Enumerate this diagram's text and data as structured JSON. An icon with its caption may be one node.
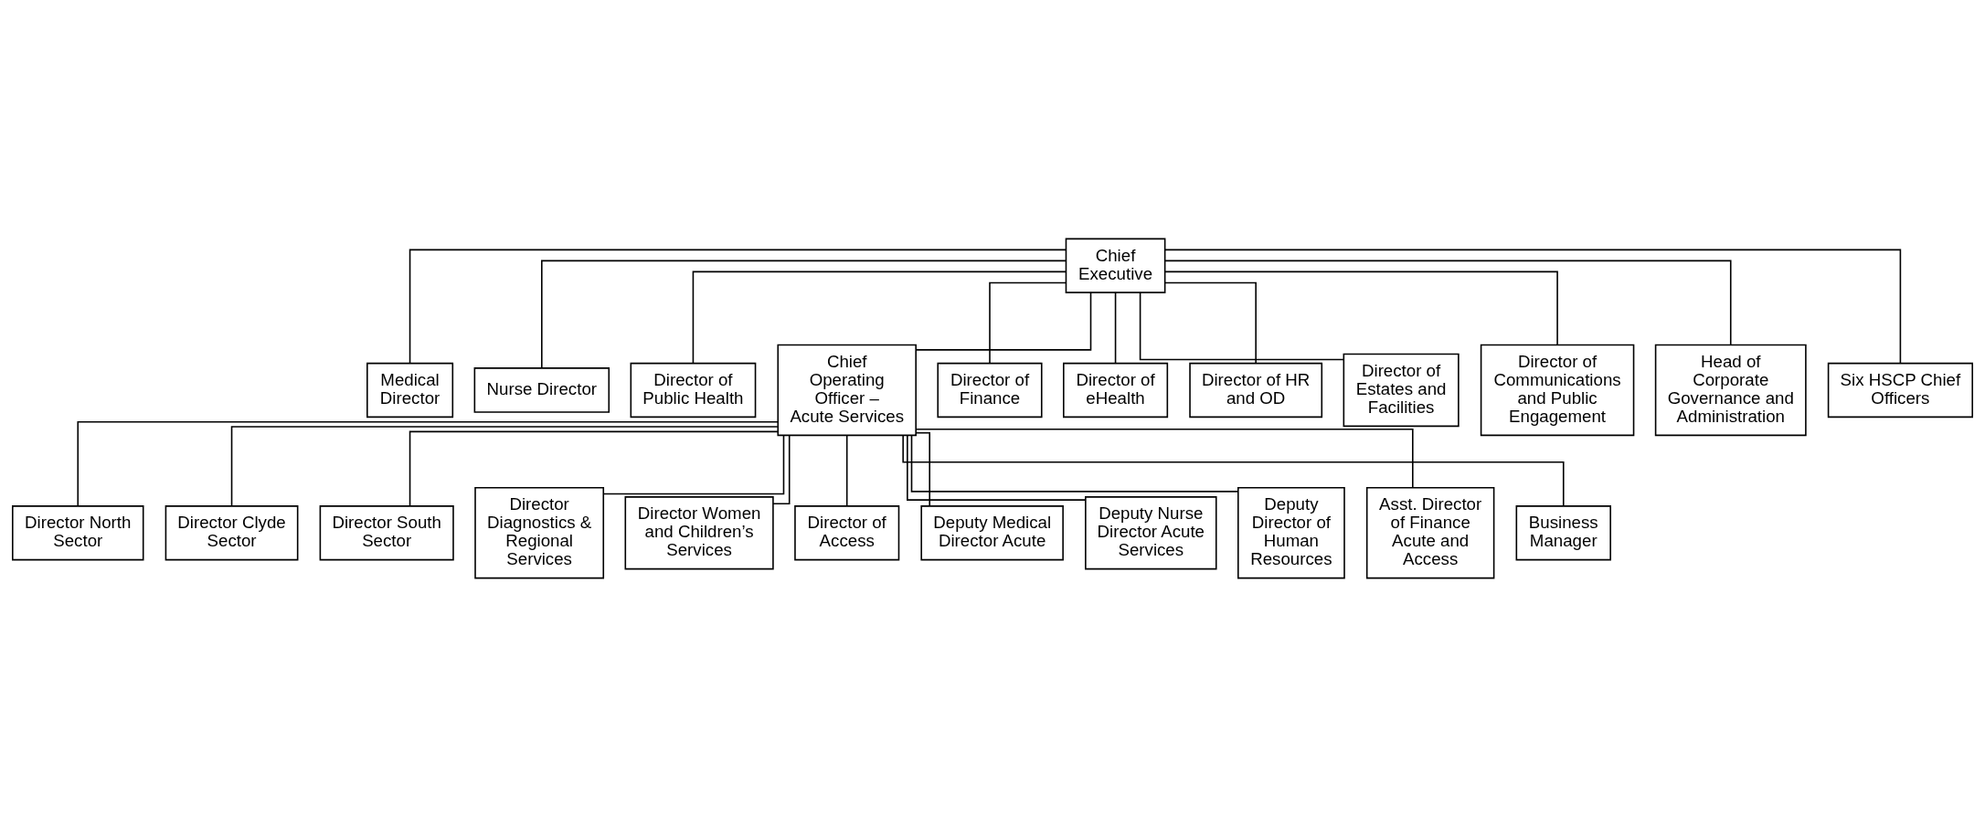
{
  "diagram": {
    "nodes": [
      {
        "text": [
          "Chief Executive"
        ]
      },
      {
        "text": [
          "Medical Director"
        ]
      },
      {
        "text": [
          "Nurse Director"
        ]
      },
      {
        "text": [
          "Director of Public Health"
        ]
      },
      {
        "text": [
          "Chief Operating Officer – Acute Services"
        ]
      },
      {
        "text": [
          "Director of Finance"
        ]
      },
      {
        "text": [
          "Director of eHealth"
        ]
      },
      {
        "text": [
          "Director of HR and OD"
        ]
      },
      {
        "text": [
          "Director of Estates and Facilities"
        ]
      },
      {
        "text": [
          "Director of Communications and Public Engagement"
        ]
      },
      {
        "text": [
          "Head of Corporate Governance and Administration"
        ]
      },
      {
        "text": [
          "Six HSCP Chief Officers"
        ]
      },
      {
        "text": [
          "Director North Sector"
        ]
      },
      {
        "text": [
          "Director Clyde Sector"
        ]
      },
      {
        "text": [
          "Director South Sector"
        ]
      },
      {
        "text": [
          "Director Diagnostics & Regional Services"
        ]
      },
      {
        "text": [
          "Director Women and Children’s Services"
        ]
      },
      {
        "text": [
          "Director of Access"
        ]
      },
      {
        "text": [
          "Deputy Medical Director Acute"
        ]
      },
      {
        "text": [
          "Deputy Nurse Director Acute Services"
        ]
      },
      {
        "text": [
          "Deputy Director of Human Resources"
        ]
      },
      {
        "text": [
          "Asst. Director of Finance Acute and Access"
        ]
      },
      {
        "text": [
          "Business Manager"
        ]
      }
    ],
    "edges": [
      {
        "from": 0,
        "to": 1,
        "arrow": "none"
      },
      {
        "from": 0,
        "to": 2,
        "arrow": "none"
      },
      {
        "from": 0,
        "to": 3,
        "arrow": "none"
      },
      {
        "from": 0,
        "to": 4,
        "arrow": "none"
      },
      {
        "from": 0,
        "to": 5,
        "arrow": "none"
      },
      {
        "from": 0,
        "to": 6,
        "arrow": "none"
      },
      {
        "from": 0,
        "to": 7,
        "arrow": "none"
      },
      {
        "from": 0,
        "to": 8,
        "arrow": "none"
      },
      {
        "from": 0,
        "to": 9,
        "arrow": "none"
      },
      {
        "from": 0,
        "to": 10,
        "arrow": "none"
      },
      {
        "from": 0,
        "to": 11,
        "arrow": "none"
      },
      {
        "from": 4,
        "to": 12,
        "arrow": "none"
      },
      {
        "from": 4,
        "to": 13,
        "arrow": "none"
      },
      {
        "from": 4,
        "to": 14,
        "arrow": "none"
      },
      {
        "from": 4,
        "to": 15,
        "arrow": "none"
      },
      {
        "from": 4,
        "to": 16,
        "arrow": "none"
      },
      {
        "from": 4,
        "to": 17,
        "arrow": "none"
      },
      {
        "from": 4,
        "to": 18,
        "arrow": "none"
      },
      {
        "from": 4,
        "to": 19,
        "arrow": "none"
      },
      {
        "from": 4,
        "to": 20,
        "arrow": "none"
      },
      {
        "from": 4,
        "to": 21,
        "arrow": "none"
      },
      {
        "from": 4,
        "to": 22,
        "arrow": "none"
      }
    ]
  }
}
